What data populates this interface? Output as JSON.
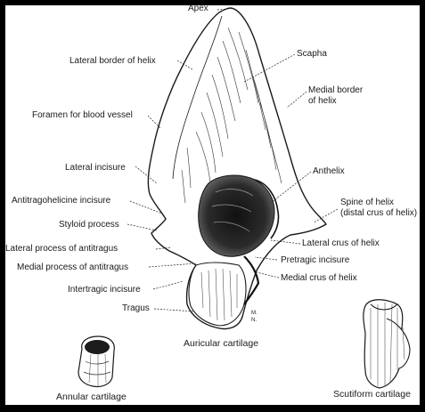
{
  "colors": {
    "background": "#ffffff",
    "border": "#000000",
    "ink": "#1a1a1a",
    "shade": "#2b2b2b"
  },
  "labels": {
    "apex": "Apex",
    "lateral_border_of_helix": "Lateral border of helix",
    "scapha": "Scapha",
    "medial_border_of_helix_1": "Medial border",
    "medial_border_of_helix_2": "of helix",
    "foramen": "Foramen for blood vessel",
    "lateral_incisure": "Lateral incisure",
    "anthelix": "Anthelix",
    "antitragohelicine_incisure": "Antitragohelicine incisure",
    "spine_of_helix_1": "Spine of helix",
    "spine_of_helix_2": "(distal crus of helix)",
    "styloid_process": "Styloid process",
    "lateral_process_of_antitragus": "Lateral process of antitragus",
    "lateral_crus_of_helix": "Lateral crus of helix",
    "medial_process_of_antitragus": "Medial process of antitragus",
    "pretragic_incisure": "Pretragic incisure",
    "medial_crus_of_helix": "Medial crus of helix",
    "intertragic_incisure": "Intertragic incisure",
    "tragus": "Tragus"
  },
  "captions": {
    "auricular_cartilage": "Auricular cartilage",
    "annular_cartilage": "Annular cartilage",
    "scutiform_cartilage": "Scutiform cartilage"
  },
  "signature": {
    "line1": "M.",
    "line2": "N."
  }
}
